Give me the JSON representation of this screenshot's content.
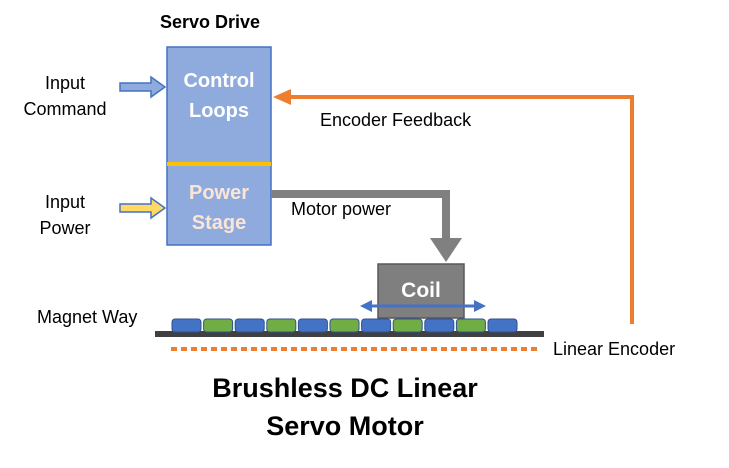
{
  "drive": {
    "title": "Servo Drive",
    "control_line1": "Control",
    "control_line2": "Loops",
    "power_line1": "Power",
    "power_line2": "Stage"
  },
  "inputs": {
    "command_line1": "Input",
    "command_line2": "Command",
    "power_line1": "Input",
    "power_line2": "Power"
  },
  "labels": {
    "encoder_feedback": "Encoder Feedback",
    "motor_power": "Motor power",
    "coil": "Coil",
    "magnet_way": "Magnet Way",
    "linear_encoder": "Linear Encoder"
  },
  "caption": {
    "line1": "Brushless DC Linear",
    "line2": "Servo Motor"
  },
  "colors": {
    "drive_fill": "#8faadc",
    "drive_border": "#4472c4",
    "divider": "#ffc000",
    "feedback": "#ed7d31",
    "motor_power_arrow": "#808080",
    "coil_fill": "#7f7f7f",
    "magnet_blue": "#4472c4",
    "magnet_green": "#70ad47",
    "track": "#404040",
    "input_command_arrow": "#8faadc",
    "input_power_arrow": "#ffd966",
    "control_text": "#ffffff",
    "power_text": "#fbe5d6"
  },
  "magnets": [
    "blue",
    "green",
    "blue",
    "green",
    "blue",
    "green",
    "blue",
    "green",
    "blue",
    "green",
    "blue"
  ]
}
